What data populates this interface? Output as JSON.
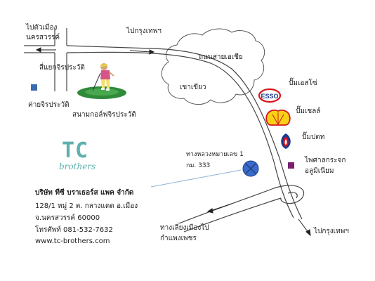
{
  "labels": {
    "to_city": "ไปตัวเมือง",
    "nakhon_sawan": "นครสวรรค์",
    "to_bangkok_top": "ไปกรุงเทพฯ",
    "asia_highway": "ถนนสายเอเชีย",
    "jirapravat_junction": "สี่แยกจิรประวัติ",
    "jirapravat_camp": "ค่ายจิรประวัติ",
    "khao_khiao": "เขาเขียว",
    "golf_course": "สนามกอล์ฟจิรประวัติ",
    "esso_station": "ปั๊มเอสโซ่",
    "shell_station": "ปั๊มเชลล์",
    "ptt_station": "ปั๊มปตท",
    "aluminium_glass": "ไพศาลกระจก",
    "aluminium": "อลูมิเนียม",
    "highway_1": "ทางหลวงหมายเลข 1",
    "km_333": "กม. 333",
    "bypass_to": "ทางเลี่ยงเมืองไป",
    "kamphaeng_phet": "กำแพงเพชร",
    "to_bangkok_bottom": "ไปกรุงเทพฯ"
  },
  "logo": {
    "tc": "TC",
    "brothers": "brothers"
  },
  "address": {
    "company": "บริษัท ทีซี บราเธอร์ส แพค จำกัด",
    "line1": "128/1 หมู่ 2  ต. กลางแดด อ.เมือง",
    "line2": "จ.นครสวรรค์ 60000",
    "phone": "โทรศัพท์ 081-532-7632",
    "website": "www.tc-brothers.com"
  },
  "brands": {
    "esso": "ESSO"
  },
  "colors": {
    "road": "#444444",
    "hill": "#555555",
    "logo": "#5fb0ae",
    "location_marker": "#3a6bc9",
    "camp_square": "#3a6ab0",
    "glass_square": "#7a1f6e",
    "pointer_line": "#8fb2d6"
  }
}
